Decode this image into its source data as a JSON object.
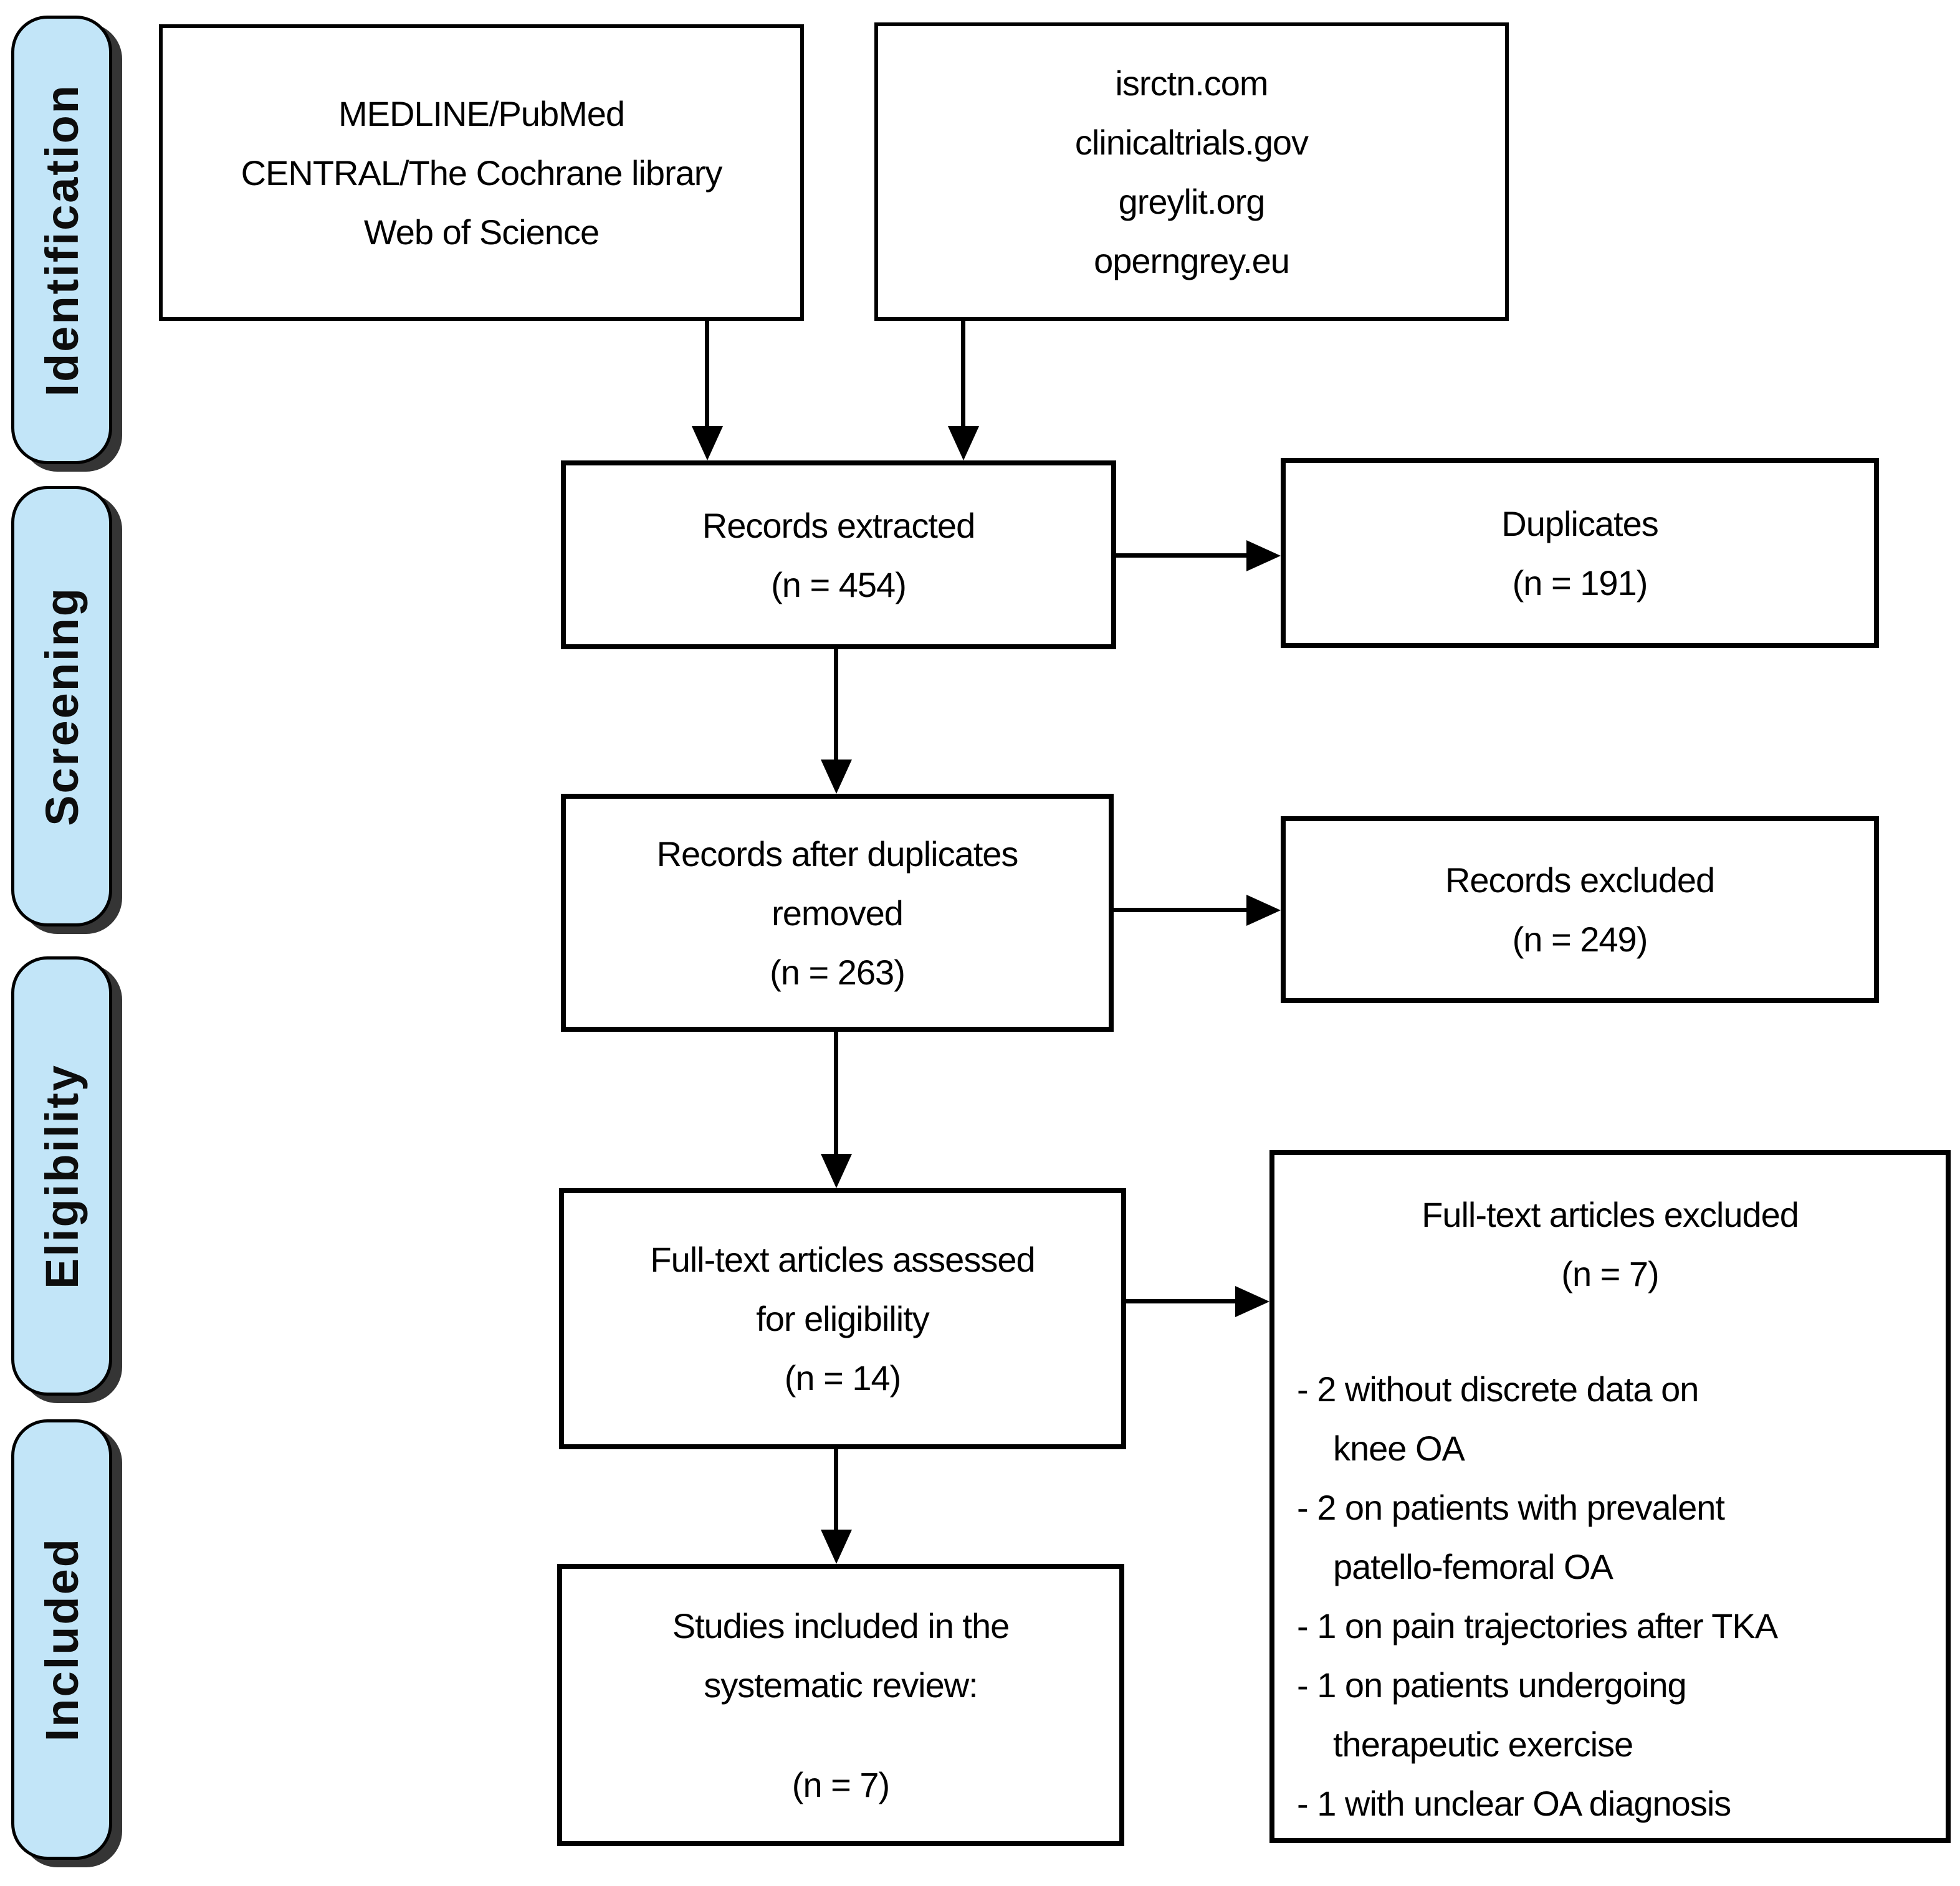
{
  "diagram": {
    "kind": "PRISMA flow diagram",
    "colors": {
      "stage_fill": "#c2e5f8",
      "border": "#000000",
      "background": "#ffffff",
      "shadow": "#353535"
    }
  },
  "stages": [
    {
      "label": "Identification"
    },
    {
      "label": "Screening"
    },
    {
      "label": "Eligibility"
    },
    {
      "label": "Included"
    }
  ],
  "boxes": {
    "sources_primary": {
      "line1": "MEDLINE/PubMed",
      "line2": "CENTRAL/The Cochrane library",
      "line3": "Web of Science"
    },
    "sources_registries": {
      "line1": "isrctn.com",
      "line2": "clinicaltrials.gov",
      "line3": "greylit.org",
      "line4": "operngrey.eu"
    },
    "records_extracted": {
      "line1": "Records extracted",
      "line2": "(n = 454)"
    },
    "duplicates": {
      "line1": "Duplicates",
      "line2": "(n = 191)"
    },
    "records_after_duplicates": {
      "line1": "Records after duplicates",
      "line2": "removed",
      "line3": "(n = 263)"
    },
    "records_excluded": {
      "line1": "Records excluded",
      "line2": "(n = 249)"
    },
    "fulltext_assessed": {
      "line1": "Full-text articles assessed",
      "line2": "for eligibility",
      "line3": "(n = 14)"
    },
    "fulltext_excluded": {
      "title": "Full-text articles excluded",
      "count": "(n = 7)",
      "reasons": [
        "- 2 without discrete data on",
        "knee OA",
        "- 2 on patients with prevalent",
        "patello-femoral OA",
        "- 1 on pain trajectories after TKA",
        "- 1 on patients undergoing",
        "therapeutic exercise",
        "- 1 with unclear OA diagnosis"
      ]
    },
    "studies_included": {
      "line1": "Studies included in the",
      "line2": "systematic review:",
      "line3": "(n = 7)"
    }
  }
}
